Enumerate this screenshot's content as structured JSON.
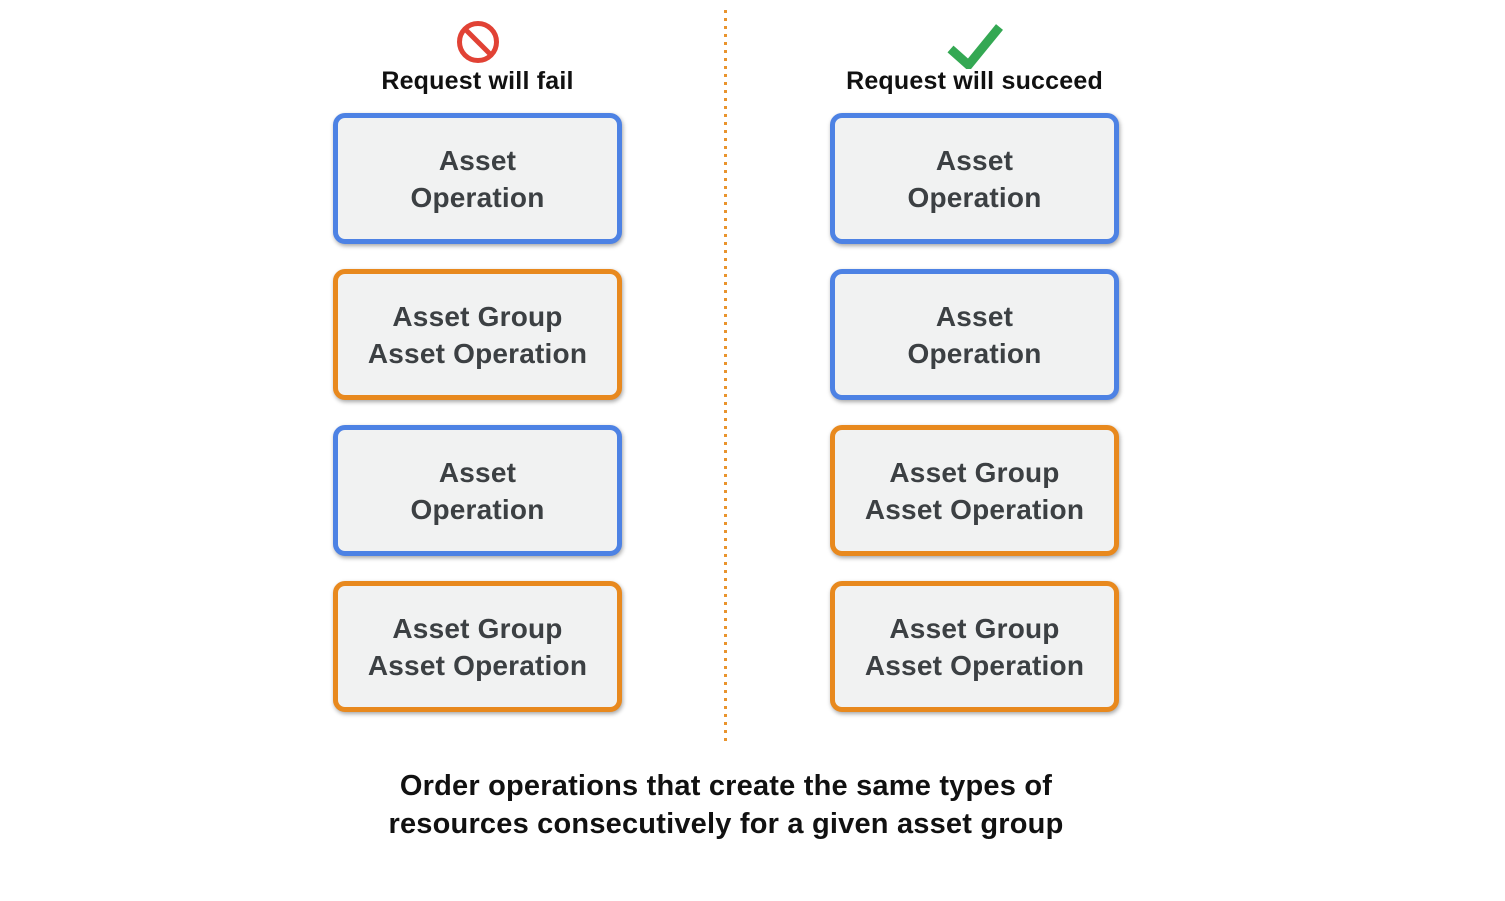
{
  "colors": {
    "blue_border": "#4d82e4",
    "orange_border": "#e8891e",
    "box_background": "#f1f2f2",
    "box_text": "#3c4043",
    "fail_icon_red": "#e14235",
    "success_icon_green": "#34a853",
    "divider_orange": "#e9942d",
    "heading_text": "#111111"
  },
  "columns": [
    {
      "id": "fail",
      "icon": "prohibition-icon",
      "label": "Request will fail",
      "boxes": [
        {
          "type": "asset-operation",
          "lines": [
            "Asset",
            "Operation"
          ]
        },
        {
          "type": "asset-group-asset-operation",
          "lines": [
            "Asset Group",
            "Asset Operation"
          ]
        },
        {
          "type": "asset-operation",
          "lines": [
            "Asset",
            "Operation"
          ]
        },
        {
          "type": "asset-group-asset-operation",
          "lines": [
            "Asset Group",
            "Asset Operation"
          ]
        }
      ]
    },
    {
      "id": "succeed",
      "icon": "checkmark-icon",
      "label": "Request will succeed",
      "boxes": [
        {
          "type": "asset-operation",
          "lines": [
            "Asset",
            "Operation"
          ]
        },
        {
          "type": "asset-operation",
          "lines": [
            "Asset",
            "Operation"
          ]
        },
        {
          "type": "asset-group-asset-operation",
          "lines": [
            "Asset Group",
            "Asset Operation"
          ]
        },
        {
          "type": "asset-group-asset-operation",
          "lines": [
            "Asset Group",
            "Asset Operation"
          ]
        }
      ]
    }
  ],
  "caption": {
    "lines": [
      "Order operations that create the same types of",
      "resources consecutively for a given asset group"
    ]
  }
}
